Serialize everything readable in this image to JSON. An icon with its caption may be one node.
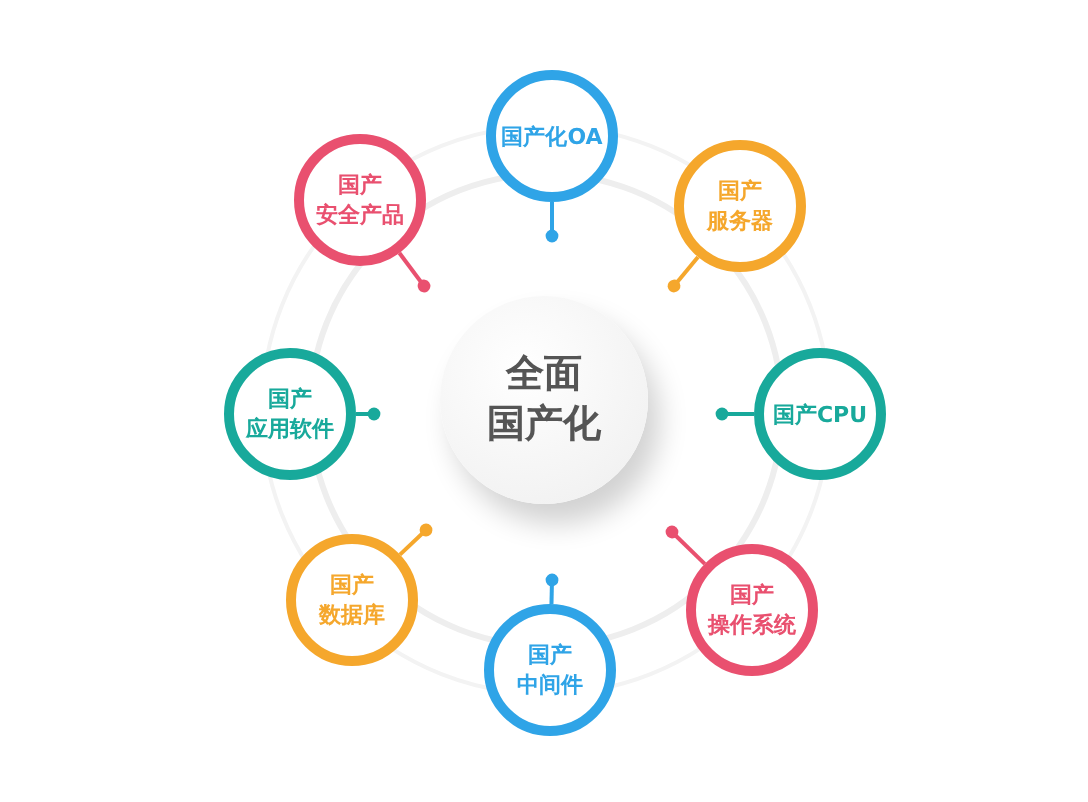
{
  "diagram": {
    "nodes": [
      {
        "text": [
          "全面国产化"
        ]
      },
      {
        "text": [
          "国产化OA"
        ]
      },
      {
        "text": [
          "国产安全产品"
        ]
      },
      {
        "text": [
          "国产服务器"
        ]
      },
      {
        "text": [
          "国产应用软件"
        ]
      },
      {
        "text": [
          "国产CPU"
        ]
      },
      {
        "text": [
          "国产数据库"
        ]
      },
      {
        "text": [
          "国产操作系统"
        ]
      },
      {
        "text": [
          "国产中间件"
        ]
      }
    ],
    "edges": [
      {
        "from": 1,
        "to": null,
        "arrow": "other",
        "color": "#2fa4e7"
      },
      {
        "from": 2,
        "to": null,
        "arrow": "other",
        "color": "#e9506f"
      },
      {
        "from": 3,
        "to": null,
        "arrow": "other",
        "color": "#f5a72c"
      },
      {
        "from": 4,
        "to": null,
        "arrow": "other",
        "color": "#18a99b"
      },
      {
        "from": 5,
        "to": null,
        "arrow": "other",
        "color": "#18a99b"
      },
      {
        "from": 6,
        "to": null,
        "arrow": "other",
        "color": "#f5a72c"
      },
      {
        "from": 7,
        "to": null,
        "arrow": "other",
        "color": "#e9506f"
      },
      {
        "from": 8,
        "to": null,
        "arrow": "other",
        "color": "#2fa4e7"
      }
    ]
  }
}
